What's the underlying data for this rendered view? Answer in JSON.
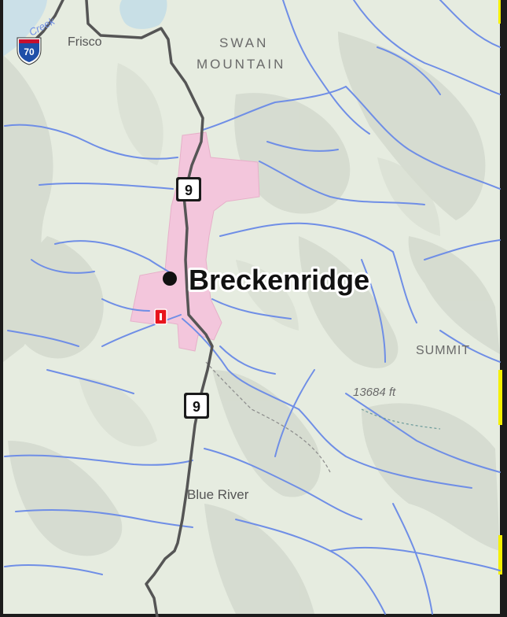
{
  "map": {
    "colors": {
      "frame": "#1c1c1c",
      "terrain": "#e6ece0",
      "shade": "#c9cfc4",
      "lake": "#c8dfe6",
      "river": "#6f8ee6",
      "road": "#555555",
      "town": "#f3c6dc",
      "interstate_blue": "#1f4fa8",
      "interstate_red": "#c8102e",
      "point_red": "#e8141c",
      "edge_yellow": "#f4f000"
    },
    "place_labels": {
      "frisco": "Frisco",
      "swan": "SWAN",
      "mountain": "MOUNTAIN",
      "summit": "SUMMIT",
      "blue_river": "Blue River",
      "elevation": "13684 ft",
      "creek": "Creek"
    },
    "highlight": {
      "name": "Breckenridge"
    },
    "shields": {
      "interstate": "70",
      "route_north": "9",
      "route_south": "9"
    }
  }
}
